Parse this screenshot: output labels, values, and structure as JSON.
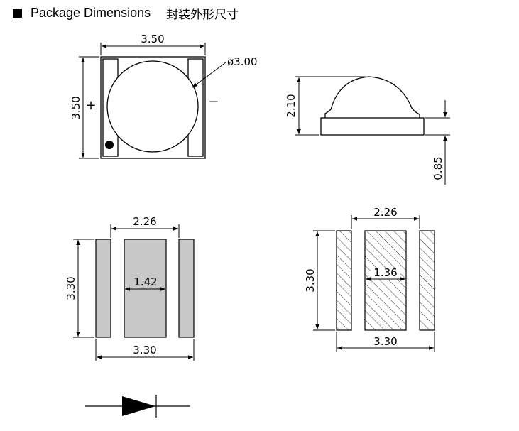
{
  "heading": {
    "title": "Package Dimensions",
    "title_cn": "封装外形尺寸"
  },
  "top_view": {
    "width": "3.50",
    "height": "3.50",
    "lens_diameter": "ø3.00",
    "plus_mark": "+",
    "minus_mark": "−"
  },
  "side_view": {
    "height": "2.10",
    "base_thickness": "0.85"
  },
  "footprint_left": {
    "center_pad_gap": "2.26",
    "center_pad_width": "1.42",
    "height": "3.30",
    "width": "3.30"
  },
  "footprint_right": {
    "center_pad_gap": "2.26",
    "center_pad_width": "1.36",
    "height": "3.30",
    "width": "3.30"
  },
  "symbol": {
    "icon": "diode-symbol-icon"
  },
  "colors": {
    "pad_fill": "#c8c8c8",
    "line": "#000000"
  }
}
